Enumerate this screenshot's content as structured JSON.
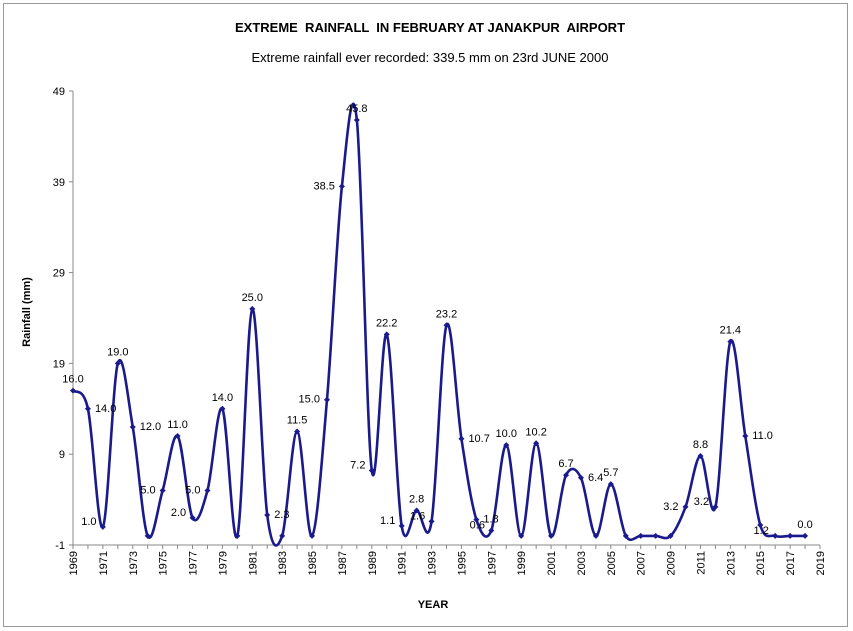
{
  "chart_data": {
    "type": "line",
    "title": "EXTREME  RAINFALL  IN FEBRUARY AT JANAKPUR  AIRPORT",
    "subtitle": "Extreme rainfall ever recorded: 339.5 mm on 23rd JUNE 2000",
    "xlabel": "YEAR",
    "ylabel": "Rainfall (mm)",
    "ylim": [
      -1,
      49
    ],
    "yticks": [
      -1,
      9,
      19,
      29,
      39,
      49
    ],
    "xticks": [
      1969,
      1971,
      1973,
      1975,
      1977,
      1979,
      1981,
      1983,
      1985,
      1987,
      1989,
      1991,
      1993,
      1995,
      1997,
      1999,
      2001,
      2003,
      2005,
      2007,
      2009,
      2011,
      2013,
      2015,
      2017,
      2019
    ],
    "smooth": true,
    "grid": false,
    "line_color": "#1a1a8c",
    "x": [
      1969,
      1970,
      1971,
      1972,
      1973,
      1974,
      1975,
      1976,
      1977,
      1978,
      1979,
      1980,
      1981,
      1982,
      1983,
      1984,
      1985,
      1986,
      1987,
      1988,
      1989,
      1990,
      1991,
      1992,
      1993,
      1994,
      1995,
      1996,
      1997,
      1998,
      1999,
      2000,
      2001,
      2002,
      2003,
      2004,
      2005,
      2006,
      2007,
      2008,
      2009,
      2010,
      2011,
      2012,
      2013,
      2014,
      2015,
      2016,
      2017,
      2018
    ],
    "values": [
      16.0,
      14.0,
      1.0,
      19.0,
      12.0,
      0.0,
      5.0,
      11.0,
      2.0,
      5.0,
      14.0,
      0.0,
      25.0,
      2.3,
      0.0,
      11.5,
      0.0,
      15.0,
      38.5,
      45.8,
      7.2,
      22.2,
      1.1,
      2.8,
      1.6,
      23.2,
      10.7,
      1.8,
      0.6,
      10.0,
      0.0,
      10.2,
      0.0,
      6.7,
      6.4,
      0.0,
      5.7,
      0.0,
      0.0,
      0.0,
      0.0,
      3.2,
      8.8,
      3.2,
      21.4,
      11.0,
      1.2,
      0.0,
      0.0,
      0.0
    ],
    "data_labels": [
      {
        "x": 1969,
        "text": "16.0"
      },
      {
        "x": 1970,
        "text": "14.0"
      },
      {
        "x": 1971,
        "text": "1.0"
      },
      {
        "x": 1972,
        "text": "19.0"
      },
      {
        "x": 1973,
        "text": "12.0"
      },
      {
        "x": 1975,
        "text": "5.0"
      },
      {
        "x": 1976,
        "text": "11.0"
      },
      {
        "x": 1977,
        "text": "2.0"
      },
      {
        "x": 1978,
        "text": "5.0"
      },
      {
        "x": 1979,
        "text": "14.0"
      },
      {
        "x": 1981,
        "text": "25.0"
      },
      {
        "x": 1982,
        "text": "2.3"
      },
      {
        "x": 1984,
        "text": "11.5"
      },
      {
        "x": 1986,
        "text": "15.0"
      },
      {
        "x": 1987,
        "text": "38.5"
      },
      {
        "x": 1988,
        "text": "45.8"
      },
      {
        "x": 1989,
        "text": "7.2"
      },
      {
        "x": 1990,
        "text": "22.2"
      },
      {
        "x": 1991,
        "text": "1.1"
      },
      {
        "x": 1992,
        "text": "2.8"
      },
      {
        "x": 1993,
        "text": "1.6"
      },
      {
        "x": 1994,
        "text": "23.2"
      },
      {
        "x": 1995,
        "text": "10.7"
      },
      {
        "x": 1996,
        "text": "1.8"
      },
      {
        "x": 1997,
        "text": "0.6"
      },
      {
        "x": 1998,
        "text": "10.0"
      },
      {
        "x": 2000,
        "text": "10.2"
      },
      {
        "x": 2002,
        "text": "6.7"
      },
      {
        "x": 2003,
        "text": "6.4"
      },
      {
        "x": 2005,
        "text": "5.7"
      },
      {
        "x": 2010,
        "text": "3.2"
      },
      {
        "x": 2011,
        "text": "8.8"
      },
      {
        "x": 2012,
        "text": "3.2"
      },
      {
        "x": 2013,
        "text": "21.4"
      },
      {
        "x": 2014,
        "text": "11.0"
      },
      {
        "x": 2016,
        "text": "1.2"
      },
      {
        "x": 2018,
        "text": "0.0"
      }
    ]
  }
}
